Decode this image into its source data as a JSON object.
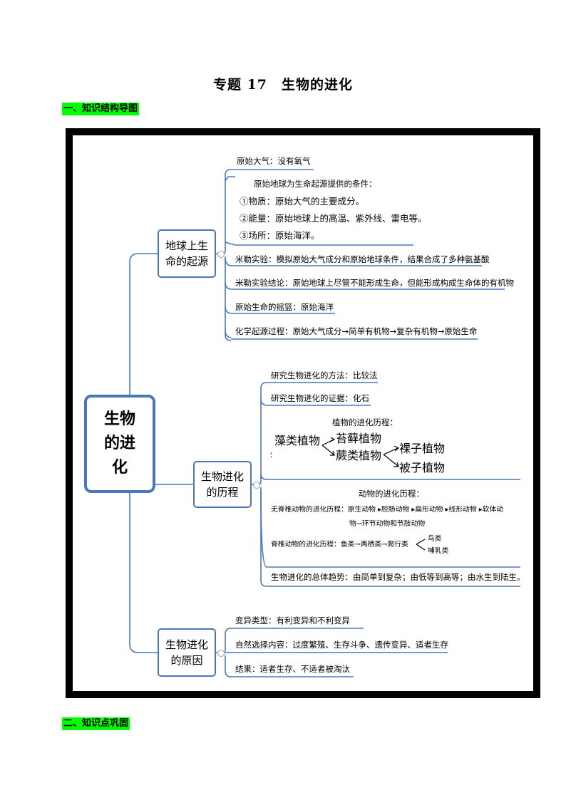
{
  "page": {
    "title": "专题 17　生物的进化",
    "section1": "一、知识结构导图",
    "section2": "二、知识点巩固"
  },
  "mindmap": {
    "root": "生物的进化",
    "branches": [
      {
        "label": "地球上生命的起源",
        "items": [
          "原始大气：没有氧气",
          "原始地球为生命起源提供的条件：",
          "①物质：原始大气的主要成分。",
          "②能量：原始地球上的高温、紫外线、雷电等。",
          "③场所：原始海洋。",
          "米勒实验：模拟原始大气成分和原始地球条件，结果合成了多种氨基酸",
          "米勒实验结论：原始地球上尽管不能形成生命，但能形成构成生命体的有机物",
          "原始生命的摇篮：原始海洋",
          "化学起源过程：原始大气成分→简单有机物→复杂有机物→原始生命"
        ]
      },
      {
        "label": "生物进化的历程",
        "items": [
          "研究生物进化的方法：比较法",
          "研究生物进化的证据：化石",
          "植物的进化历程：",
          "动物的进化历程：",
          "生物进化的总体趋势：由简单到复杂；由低等到高等；由水生到陆生。"
        ],
        "plants": {
          "algae": "藻类植物",
          "moss": "苔藓植物",
          "fern": "蕨类植物",
          "gymno": "裸子植物",
          "angio": "被子植物",
          "colon": "："
        },
        "animals": {
          "invert_line1": "无脊椎动物的进化历程：原生动物 ▸腔肠动物 ▸扁形动物 ▸线形动物 ▸软体动",
          "invert_line2": "物→环节动物和节肢动物",
          "vert_prefix": "脊椎动物的进化历程：鱼类→两栖类→爬行类",
          "birds": "鸟类",
          "mammals": "哺乳类"
        }
      },
      {
        "label": "生物进化的原因",
        "items": [
          "变异类型：有利变异和不利变异",
          "自然选择内容：过度繁殖、生存斗争、遗传变异、适者生存",
          "结果：适者生存、不适者被淘汰"
        ]
      }
    ]
  },
  "colors": {
    "line": "#4a78b6",
    "highlight": "#00ff00",
    "frame": "#000000"
  }
}
